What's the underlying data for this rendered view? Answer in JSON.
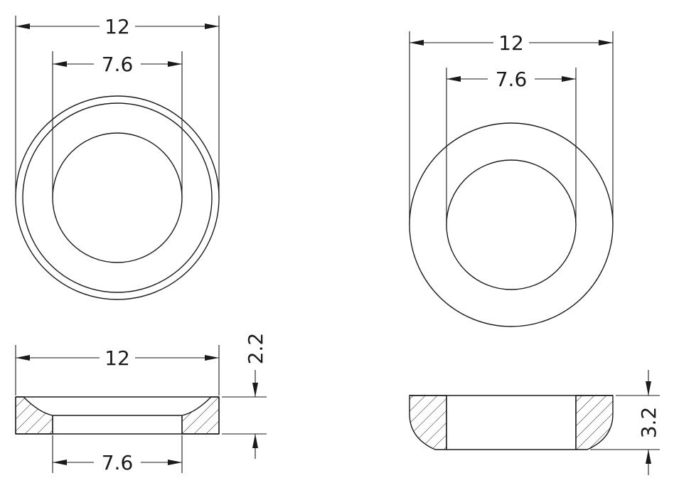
{
  "views": {
    "top_left": {
      "outer_diameter": "12",
      "inner_diameter": "7.6"
    },
    "top_right": {
      "outer_diameter": "12",
      "inner_diameter": "7.6"
    },
    "section_left": {
      "outer_diameter": "12",
      "inner_diameter": "7.6",
      "height": "2.2"
    },
    "section_right": {
      "height": "3.2"
    }
  },
  "colors": {
    "line": "#1a1a1a",
    "background": "#ffffff"
  }
}
